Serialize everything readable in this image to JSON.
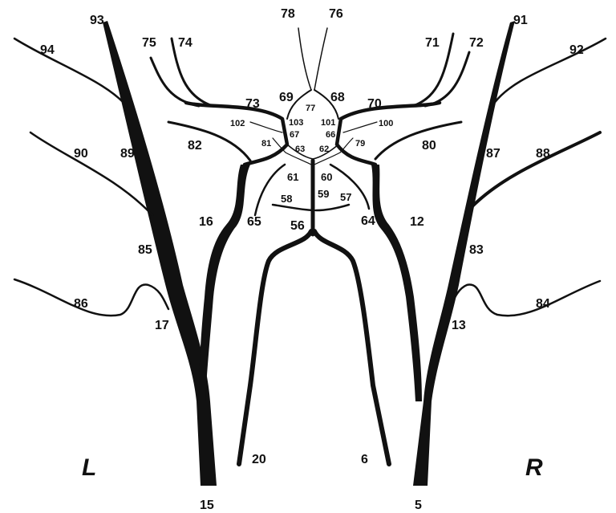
{
  "side_labels": {
    "left": "L",
    "right": "R"
  },
  "labels": {
    "n5": "5",
    "n6": "6",
    "n12": "12",
    "n13": "13",
    "n15": "15",
    "n16": "16",
    "n17": "17",
    "n20": "20",
    "n56": "56",
    "n57": "57",
    "n58": "58",
    "n59": "59",
    "n60": "60",
    "n61": "61",
    "n62": "62",
    "n63": "63",
    "n64": "64",
    "n65": "65",
    "n66": "66",
    "n67": "67",
    "n68": "68",
    "n69": "69",
    "n70": "70",
    "n71": "71",
    "n72": "72",
    "n73": "73",
    "n74": "74",
    "n75": "75",
    "n76": "76",
    "n77": "77",
    "n78": "78",
    "n79": "79",
    "n80": "80",
    "n81": "81",
    "n82": "82",
    "n83": "83",
    "n84": "84",
    "n85": "85",
    "n86": "86",
    "n87": "87",
    "n88": "88",
    "n89": "89",
    "n90": "90",
    "n91": "91",
    "n92": "92",
    "n93": "93",
    "n94": "94",
    "n100": "100",
    "n101": "101",
    "n102": "102",
    "n103": "103"
  },
  "colors": {
    "vessel": "#111111",
    "background": "#ffffff"
  }
}
